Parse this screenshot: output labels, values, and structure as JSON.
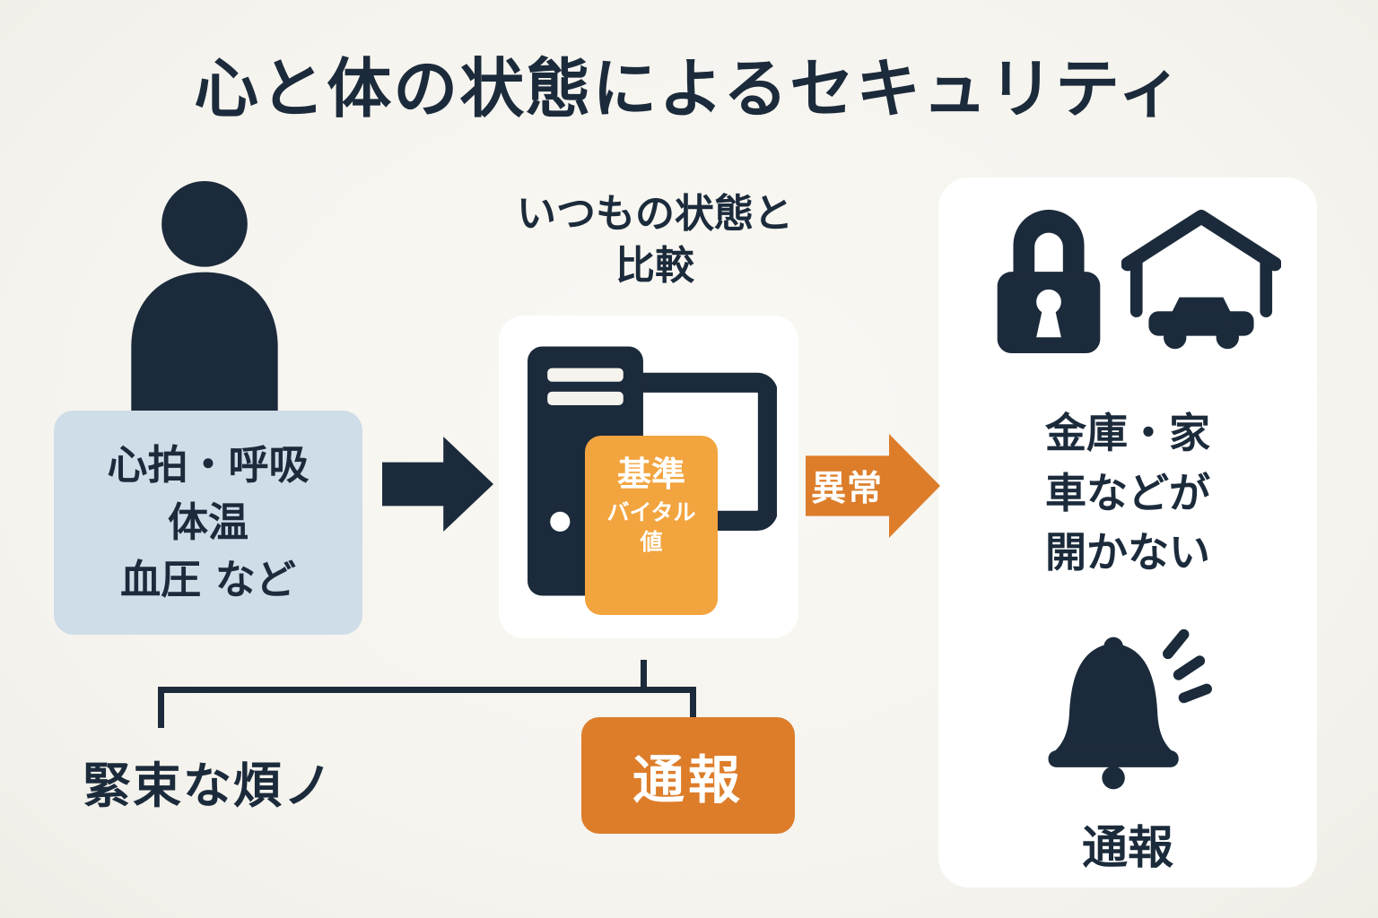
{
  "title": "心と体の状態によるセキュリティ",
  "vitals": {
    "lines": [
      "心拍・呼吸",
      "体温",
      "血圧 など"
    ]
  },
  "comparison": {
    "heading_line1": "いつもの状態と",
    "heading_line2": "比較",
    "badge_line1": "基準",
    "badge_line2": "バイタル",
    "badge_line3": "値"
  },
  "abnormal": {
    "label": "異常"
  },
  "lockdown": {
    "lines": [
      "金庫・家",
      "車などが",
      "開かない"
    ],
    "alert_caption": "通報"
  },
  "emergency": {
    "note": "緊束な煩ノ",
    "report_label": "通報"
  },
  "colors": {
    "background": "#f5f3ee",
    "dark": "#1c2b3b",
    "light_blue": "#cfdde8",
    "orange": "#dd7d2a",
    "orange_light": "#f2a43e",
    "white": "#ffffff"
  }
}
